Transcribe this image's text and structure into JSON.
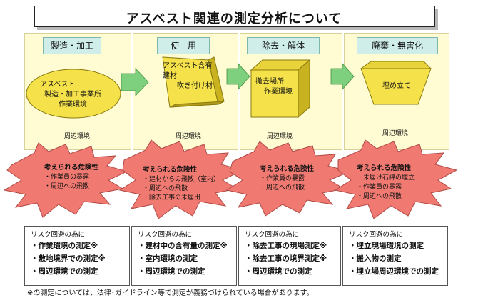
{
  "title": "アスベスト関連の測定分析について",
  "stages": [
    {
      "header": "製造・加工",
      "object_lines": [
        "アスベスト",
        "製造・加工事業所",
        "作業環境"
      ],
      "surround": "周辺環境",
      "risk_title": "考えられる危険性",
      "risks": [
        "作業員の暴露",
        "周辺への飛散"
      ],
      "avoid_title": "リスク回避の為に",
      "measures": [
        "作業環境の測定※",
        "敷地境界での測定※",
        "周辺環境での測定"
      ]
    },
    {
      "header": "使　用",
      "object_lines": [
        "アスベスト含有",
        "建材",
        "吹き付け材"
      ],
      "surround": "周辺環境",
      "risk_title": "考えられる危険性",
      "risks": [
        "建材からの飛散（室内）",
        "周辺への飛散",
        "除去工事の未届出"
      ],
      "avoid_title": "リスク回避の為に",
      "measures": [
        "建材中の含有量の測定※",
        "室内環境の測定",
        "周辺環境での測定"
      ]
    },
    {
      "header": "除去・解体",
      "object_lines": [
        "撤去場所",
        "作業環境"
      ],
      "surround": "周辺環境",
      "risk_title": "考えられる危険性",
      "risks": [
        "作業員の暴露",
        "周辺への飛散"
      ],
      "avoid_title": "リスク回避の為に",
      "measures": [
        "除去工事の現場測定※",
        "除去工事の境界測定※",
        "周辺環境での測定"
      ]
    },
    {
      "header": "廃棄・無害化",
      "object_lines": [
        "埋め立て"
      ],
      "surround": "周辺環境",
      "risk_title": "考えられる危険性",
      "risks": [
        "未届け石綿の埋立",
        "作業員の暴露",
        "周辺への飛散"
      ],
      "avoid_title": "リスク回避の為に",
      "measures": [
        "埋立現場環境の測定",
        "搬入物の測定",
        "埋立場周辺環境での測定"
      ]
    }
  ],
  "footnote": "※の測定については、法律･ガイドライン等で測定が義務づけられている場合があります。",
  "colors": {
    "stage_bg": "#fffbd2",
    "header_bg": "#cfeeea",
    "object_fill": "#f5e24a",
    "burst_fill": "#f07a72",
    "arrow": "#7ed07e"
  }
}
